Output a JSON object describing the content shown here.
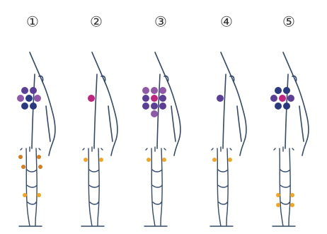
{
  "colors": {
    "outline": "#34496b",
    "navy": "#2b3a7e",
    "purple": "#5b3f97",
    "light_purple": "#8f58a8",
    "magenta": "#c0267f",
    "orange": "#d67d1f",
    "yellow": "#f1a622"
  },
  "panels": [
    {
      "label": "①",
      "dots": [
        {
          "c": "purple",
          "gx": 1,
          "gy": 0
        },
        {
          "c": "purple",
          "gx": 2,
          "gy": 0
        },
        {
          "c": "light_purple",
          "gx": 0.5,
          "gy": 1
        },
        {
          "c": "navy",
          "gx": 1.5,
          "gy": 1
        },
        {
          "c": "light_purple",
          "gx": 2.5,
          "gy": 1
        },
        {
          "c": "navy",
          "gx": 1,
          "gy": 2
        },
        {
          "c": "navy",
          "gx": 2,
          "gy": 2
        }
      ],
      "leg_dots": "orange_mixed"
    },
    {
      "label": "②",
      "dots": [
        {
          "c": "magenta",
          "gx": 1.5,
          "gy": 1
        }
      ],
      "leg_dots": "yellow_pair"
    },
    {
      "label": "③",
      "dots": [
        {
          "c": "light_purple",
          "gx": 0.5,
          "gy": 0
        },
        {
          "c": "light_purple",
          "gx": 1.5,
          "gy": 0
        },
        {
          "c": "light_purple",
          "gx": 2.5,
          "gy": 0
        },
        {
          "c": "purple",
          "gx": 0.5,
          "gy": 1
        },
        {
          "c": "magenta",
          "gx": 1.5,
          "gy": 1
        },
        {
          "c": "purple",
          "gx": 2.5,
          "gy": 1
        },
        {
          "c": "purple",
          "gx": 0.5,
          "gy": 2
        },
        {
          "c": "purple",
          "gx": 1.5,
          "gy": 2
        },
        {
          "c": "purple",
          "gx": 2.5,
          "gy": 2
        },
        {
          "c": "light_purple",
          "gx": 1.5,
          "gy": 3
        }
      ],
      "leg_dots": "yellow_pair"
    },
    {
      "label": "④",
      "dots": [
        {
          "c": "purple",
          "gx": 1.5,
          "gy": 1
        }
      ],
      "leg_dots": "yellow_pair"
    },
    {
      "label": "⑤",
      "dots": [
        {
          "c": "navy",
          "gx": 1,
          "gy": 0
        },
        {
          "c": "navy",
          "gx": 2,
          "gy": 0
        },
        {
          "c": "purple",
          "gx": 0.5,
          "gy": 1
        },
        {
          "c": "magenta",
          "gx": 1.5,
          "gy": 1
        },
        {
          "c": "purple",
          "gx": 2.5,
          "gy": 1
        },
        {
          "c": "navy",
          "gx": 1,
          "gy": 2
        },
        {
          "c": "navy",
          "gx": 2,
          "gy": 2
        }
      ],
      "leg_dots": "yellow_low"
    }
  ]
}
